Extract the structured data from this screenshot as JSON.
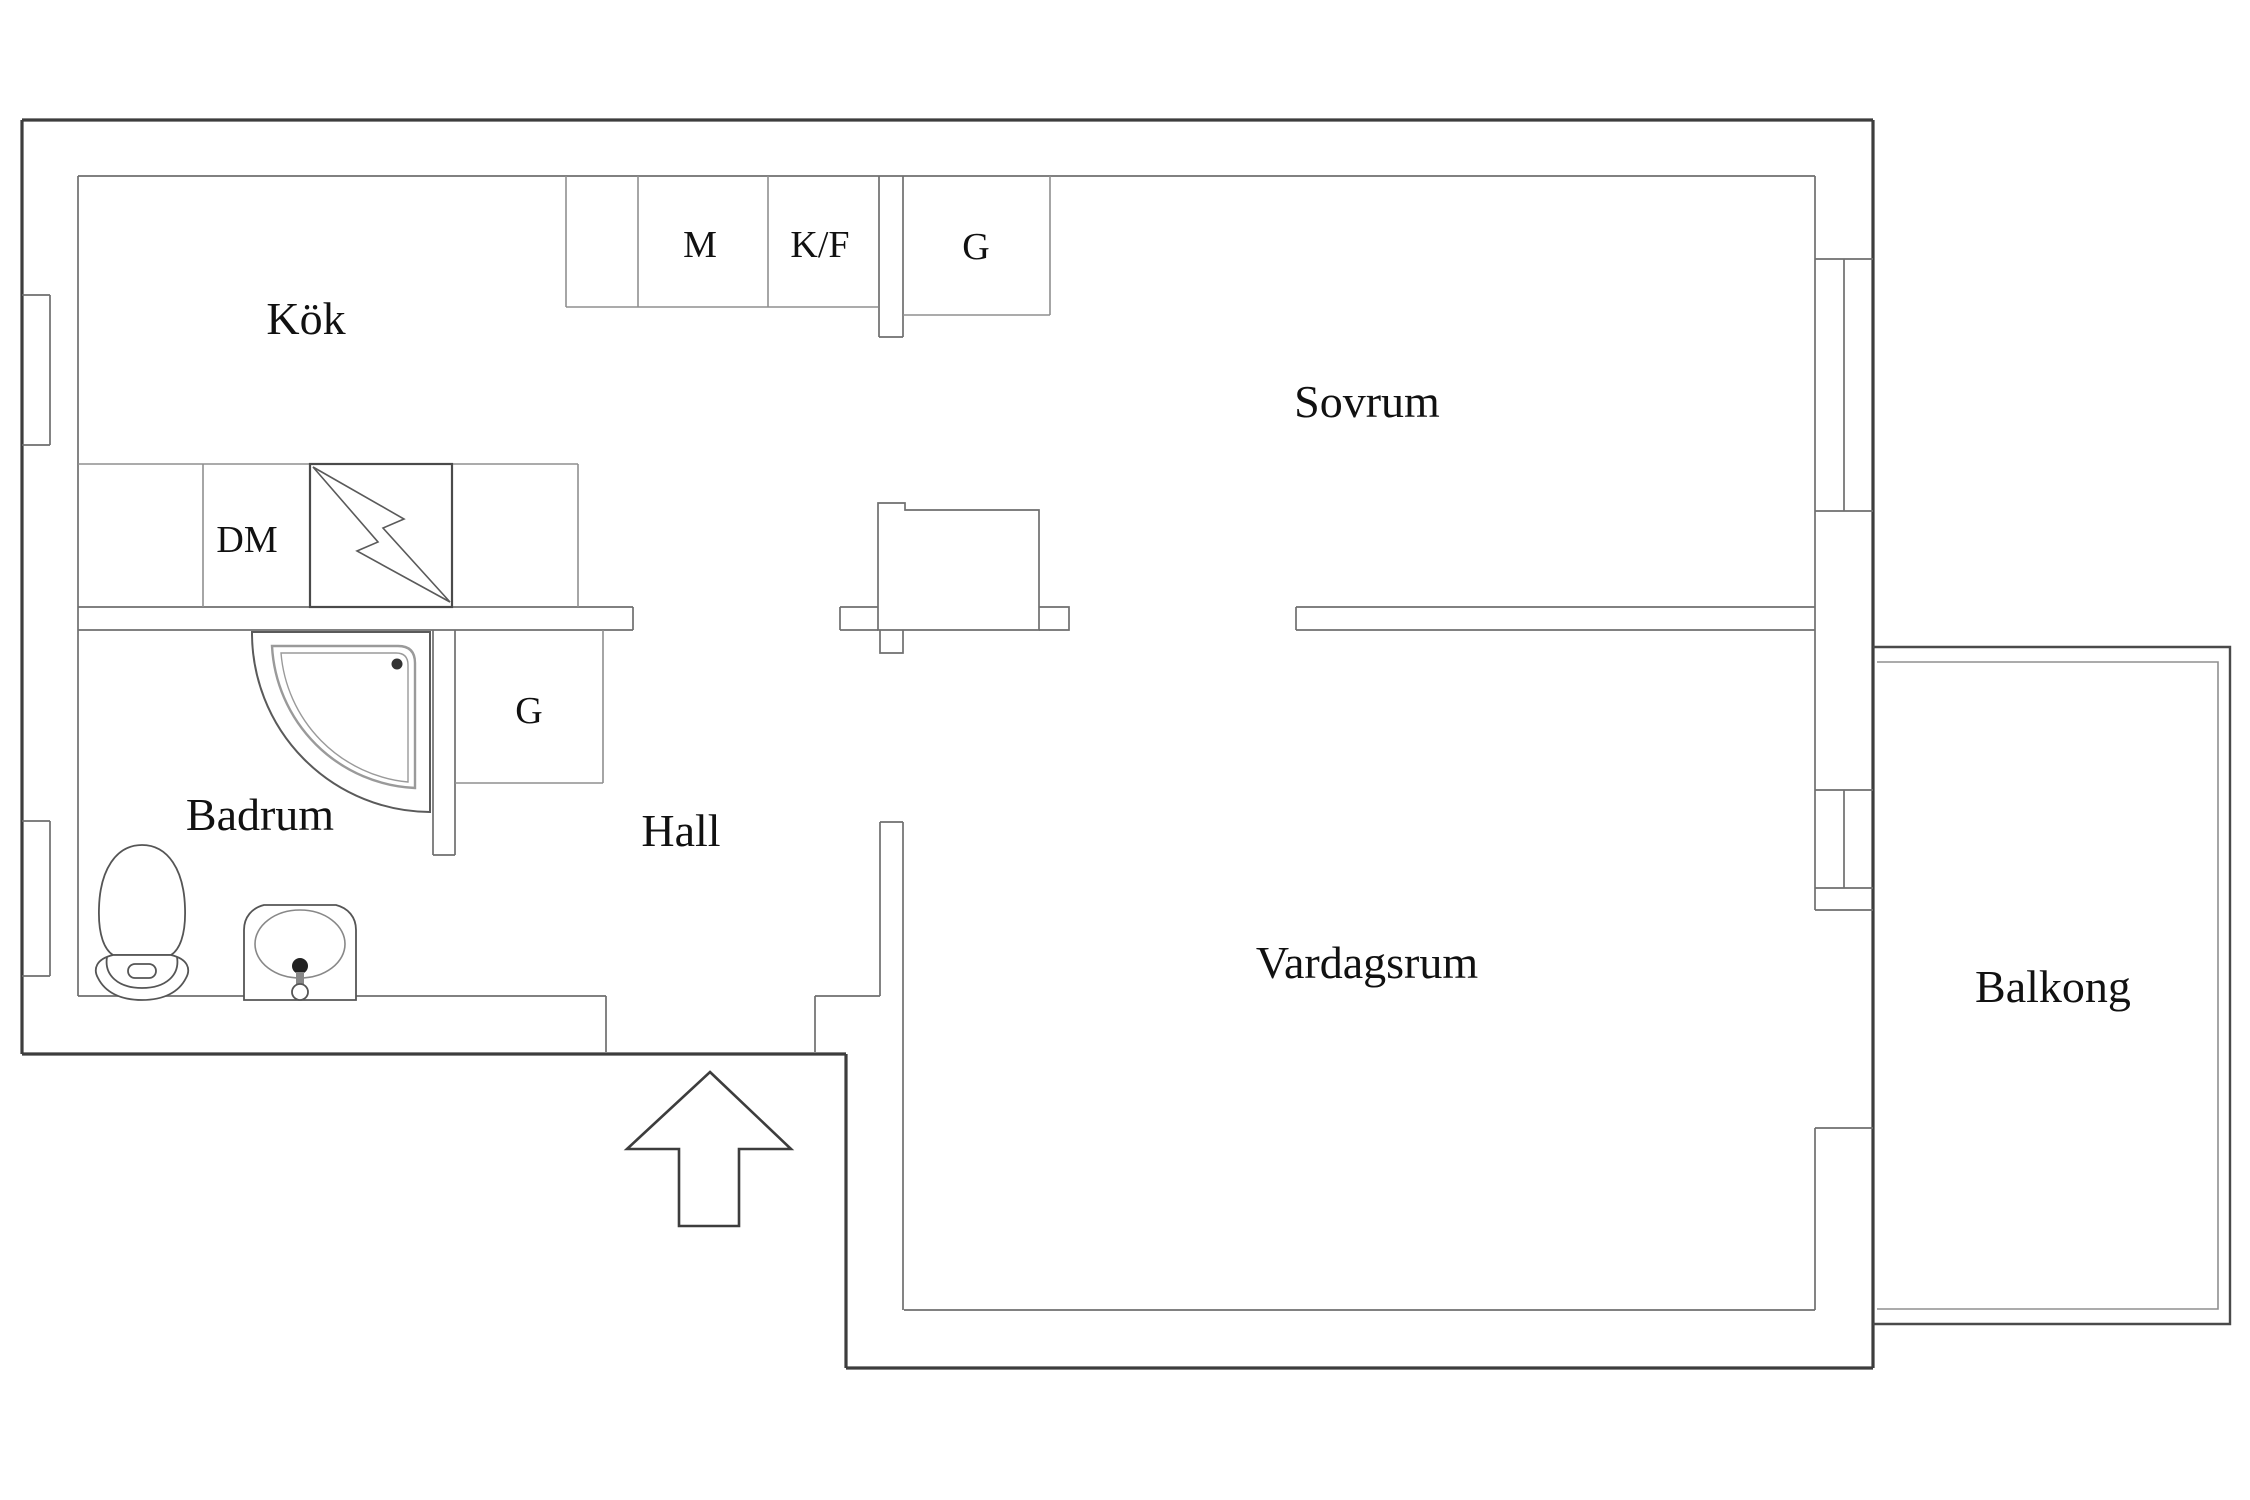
{
  "document": {
    "type": "apartment-floor-plan",
    "language": "sv"
  },
  "rooms": {
    "kitchen": {
      "label": "Kök"
    },
    "bedroom": {
      "label": "Sovrum"
    },
    "bathroom": {
      "label": "Badrum"
    },
    "hall": {
      "label": "Hall"
    },
    "living_room": {
      "label": "Vardagsrum"
    },
    "balcony": {
      "label": "Balkong"
    }
  },
  "fixtures": {
    "cabinet_m": {
      "label": "M"
    },
    "fridge_freezer": {
      "label": "K/F"
    },
    "wardrobe_top": {
      "label": "G"
    },
    "wardrobe_hall": {
      "label": "G"
    },
    "dishwasher": {
      "label": "DM"
    }
  },
  "colors": {
    "background": "#ffffff",
    "outer_wall": "#3d3d3d",
    "inner_wall": "#6f6f6f",
    "cabinet_line": "#8f8f8f",
    "fixture_line": "#5a5a5a",
    "text": "#111111"
  }
}
